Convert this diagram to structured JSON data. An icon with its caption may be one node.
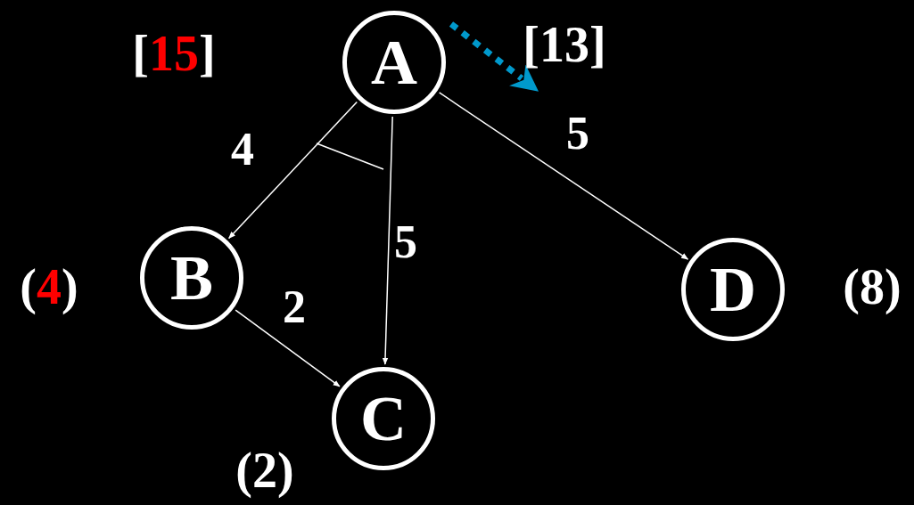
{
  "diagram": {
    "nodes": [
      {
        "text": [
          "A"
        ],
        "beside": [
          "[**15**]",
          "[13]"
        ]
      },
      {
        "text": [
          "B"
        ],
        "beside": [
          "(**4**)"
        ]
      },
      {
        "text": [
          "C"
        ],
        "beside": [
          "(2)"
        ]
      },
      {
        "text": [
          "D"
        ],
        "beside": [
          "(8)"
        ]
      }
    ],
    "edges": [
      {
        "from": 0,
        "to": 1,
        "arrow": "to",
        "label": "4"
      },
      {
        "from": 0,
        "to": 2,
        "arrow": "to",
        "label": "5"
      },
      {
        "from": 0,
        "to": 3,
        "arrow": "to",
        "label": "5"
      },
      {
        "from": 1,
        "to": 2,
        "arrow": "to",
        "label": "2"
      }
    ]
  }
}
